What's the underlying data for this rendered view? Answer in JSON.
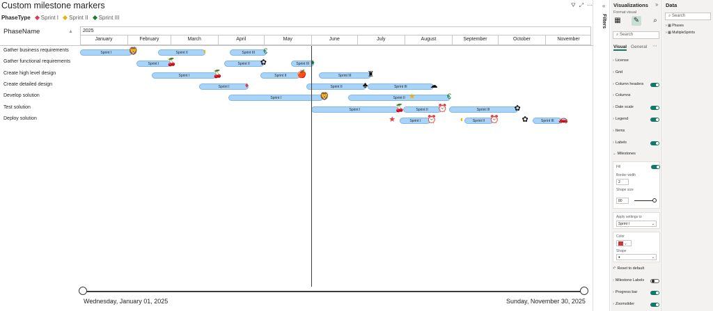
{
  "title": "Custom milestone markers",
  "legend": {
    "label": "PhaseType",
    "items": [
      {
        "name": "Sprint I",
        "color": "#e03a4e"
      },
      {
        "name": "Sprint II",
        "color": "#e8b40c"
      },
      {
        "name": "Sprint III",
        "color": "#1e7a2a"
      }
    ]
  },
  "gantt": {
    "phase_header": "PhaseName",
    "year": "2025",
    "months": [
      "January",
      "February",
      "March",
      "April",
      "May",
      "June",
      "July",
      "August",
      "September",
      "October",
      "November"
    ],
    "phases": [
      "Gather business requirements",
      "Gather functional requirements",
      "Create high level design",
      "Create detailed design",
      "Develop solution",
      "Test solution",
      "Deploy solution"
    ],
    "start_date": "Wednesday, January 01, 2025",
    "end_date": "Sunday, November 30, 2025"
  },
  "bar_color": "#a9d3f7",
  "tasks": [
    {
      "row": 0,
      "label": "Sprint I",
      "start": "2025-01-01",
      "end": "2025-02-04",
      "marker": "lion"
    },
    {
      "row": 0,
      "label": "Sprint II",
      "start": "2025-02-21",
      "end": "2025-03-24",
      "marker": "half-circle"
    },
    {
      "row": 0,
      "label": "Sprint III",
      "start": "2025-04-09",
      "end": "2025-05-03",
      "marker": "half-euro"
    },
    {
      "row": 1,
      "label": "Sprint I",
      "start": "2025-02-07",
      "end": "2025-03-01",
      "marker": "cherries"
    },
    {
      "row": 1,
      "label": "Sprint II",
      "start": "2025-04-05",
      "end": "2025-05-01",
      "marker": "flower"
    },
    {
      "row": 1,
      "label": "Sprint III",
      "start": "2025-05-19",
      "end": "2025-06-03",
      "marker": "diamond"
    },
    {
      "row": 2,
      "label": "Sprint I",
      "start": "2025-02-17",
      "end": "2025-03-31",
      "marker": "cherries"
    },
    {
      "row": 2,
      "label": "Sprint II",
      "start": "2025-04-29",
      "end": "2025-05-25",
      "marker": "apple"
    },
    {
      "row": 2,
      "label": "Sprint III",
      "start": "2025-06-06",
      "end": "2025-07-10",
      "marker": "castle"
    },
    {
      "row": 3,
      "label": "Sprint I",
      "start": "2025-03-20",
      "end": "2025-04-21",
      "marker": "diamond"
    },
    {
      "row": 3,
      "label": "Sprint II",
      "start": "2025-05-29",
      "end": "2025-07-07",
      "marker": "club"
    },
    {
      "row": 3,
      "label": "Sprint III",
      "start": "2025-07-08",
      "end": "2025-08-20",
      "marker": "cloud"
    },
    {
      "row": 4,
      "label": "Sprint I",
      "start": "2025-04-08",
      "end": "2025-06-09",
      "marker": "lion"
    },
    {
      "row": 4,
      "label": "Sprint II",
      "start": "2025-06-25",
      "end": "2025-08-31",
      "marker": "half-euro"
    },
    {
      "row": 5,
      "label": "Sprint I",
      "start": "2025-06-01",
      "end": "2025-07-28",
      "marker": "cherries"
    },
    {
      "row": 5,
      "label": "Sprint II",
      "start": "2025-07-31",
      "end": "2025-08-25",
      "marker": "clock"
    },
    {
      "row": 5,
      "label": "Sprint III",
      "start": "2025-08-30",
      "end": "2025-10-14",
      "marker": "flower"
    },
    {
      "row": 6,
      "label": "Sprint I",
      "start": "2025-07-29",
      "end": "2025-08-18",
      "marker": "clock"
    },
    {
      "row": 6,
      "label": "Sprint II",
      "start": "2025-09-09",
      "end": "2025-09-28",
      "marker": "clock"
    },
    {
      "row": 6,
      "label": "Sprint III",
      "start": "2025-10-24",
      "end": "2025-11-12",
      "marker": "car"
    }
  ],
  "extra_markers": [
    {
      "row": 4,
      "date": "2025-08-06",
      "marker": "star",
      "color": "#e8b40c"
    },
    {
      "row": 6,
      "date": "2025-07-24",
      "marker": "star",
      "color": "#e03a4e"
    },
    {
      "row": 6,
      "date": "2025-09-08",
      "marker": "half-circle",
      "color": "#e8b40c"
    },
    {
      "row": 6,
      "date": "2025-10-19",
      "marker": "flower",
      "color": "#111111"
    }
  ],
  "today": "2025-06-01",
  "filters_label": "Filters",
  "viz_pane": {
    "title": "Visualizations",
    "subtitle": "Format visual",
    "search": "Search",
    "tabs": [
      "Visual",
      "General"
    ],
    "sections": [
      {
        "label": "License",
        "toggle": null
      },
      {
        "label": "Grid",
        "toggle": null
      },
      {
        "label": "Column headers",
        "toggle": "on"
      },
      {
        "label": "Columns",
        "toggle": null
      },
      {
        "label": "Date scale",
        "toggle": "on"
      },
      {
        "label": "Legend",
        "toggle": "on"
      },
      {
        "label": "Items",
        "toggle": null
      },
      {
        "label": "Labels",
        "toggle": "on"
      },
      {
        "label": "Milestones",
        "toggle": null
      }
    ],
    "milestones": {
      "fill_label": "Fill",
      "border_width_label": "Border width",
      "border_width_value": "2",
      "shape_size_label": "Shape size",
      "shape_size_value": "80",
      "apply_label": "Apply settings to",
      "apply_value": "Sprint I",
      "color_label": "Color",
      "color_value": "#d13438",
      "shape_label": "Shape",
      "shape_value": "♦",
      "reset_label": "Reset to default"
    },
    "bottom_sections": [
      {
        "label": "Milestone Labels",
        "toggle": "off"
      },
      {
        "label": "Progress bar",
        "toggle": "on"
      },
      {
        "label": "Zoomslider",
        "toggle": "on"
      }
    ]
  },
  "data_pane": {
    "title": "Data",
    "search": "Search",
    "items": [
      "Phases",
      "MultipleSprints"
    ]
  }
}
